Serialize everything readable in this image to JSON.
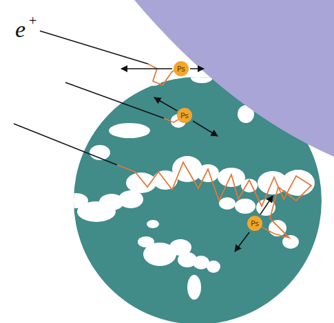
{
  "diagram": {
    "nodes": [
      {
        "text": [
          "Ps"
        ]
      },
      {
        "text": [
          "Ps"
        ]
      },
      {
        "text": [
          "Ps"
        ]
      }
    ],
    "labels": [
      "e",
      "+"
    ]
  }
}
